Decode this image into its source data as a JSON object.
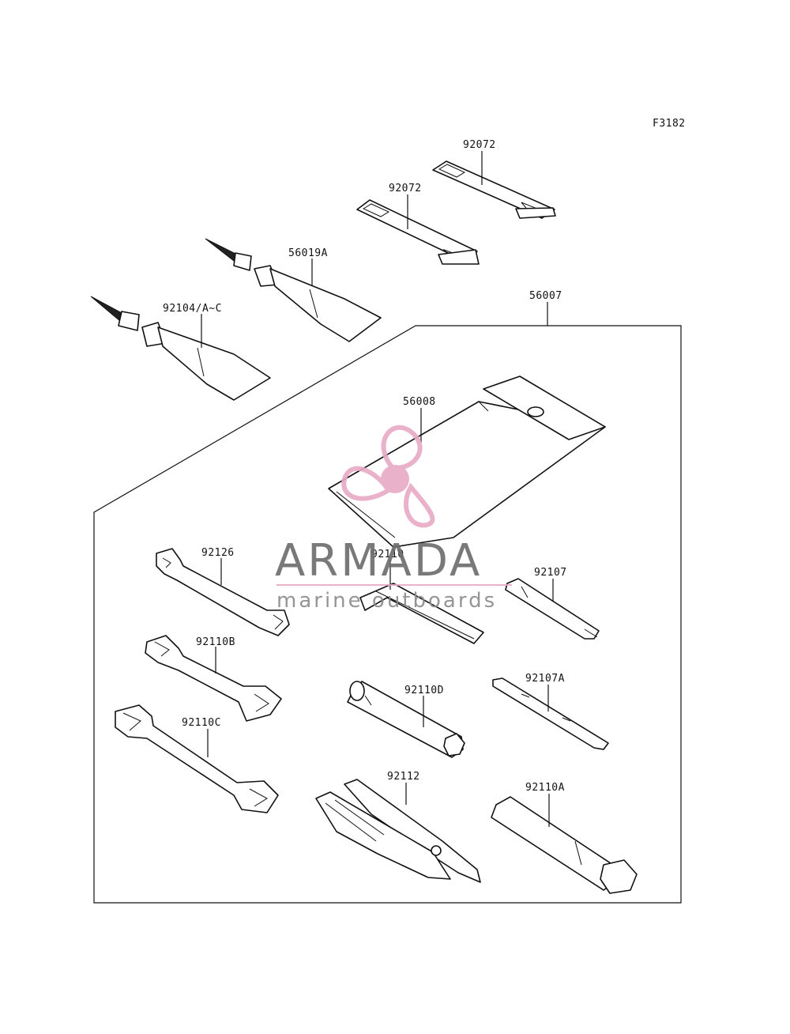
{
  "figure_code": "F3182",
  "labels": {
    "strap_top": "92072",
    "strap_second": "92072",
    "tube_upper": "56019A",
    "tube_lower": "92104/A~C",
    "kit": "56007",
    "bag": "56008",
    "wrench_small": "92126",
    "hex_key": "92110",
    "screwdriver": "92107",
    "wrench_mid": "92110B",
    "wrench_large": "92110C",
    "box_wrench_small": "92110D",
    "screwdriver_alt": "92107A",
    "pliers": "92112",
    "box_wrench_large": "92110A"
  },
  "watermark": {
    "brand": "ARMADA",
    "tagline": "marine outboards",
    "accent_color": "#e8a9c6"
  }
}
